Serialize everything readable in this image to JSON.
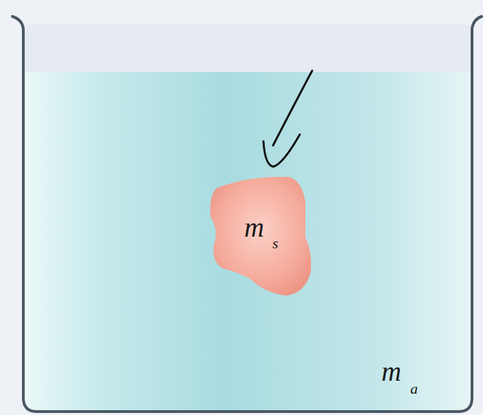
{
  "diagram": {
    "nodes": [
      {
        "text": [
          "m",
          "s"
        ]
      }
    ],
    "labels": [
      "m",
      "a"
    ]
  }
}
